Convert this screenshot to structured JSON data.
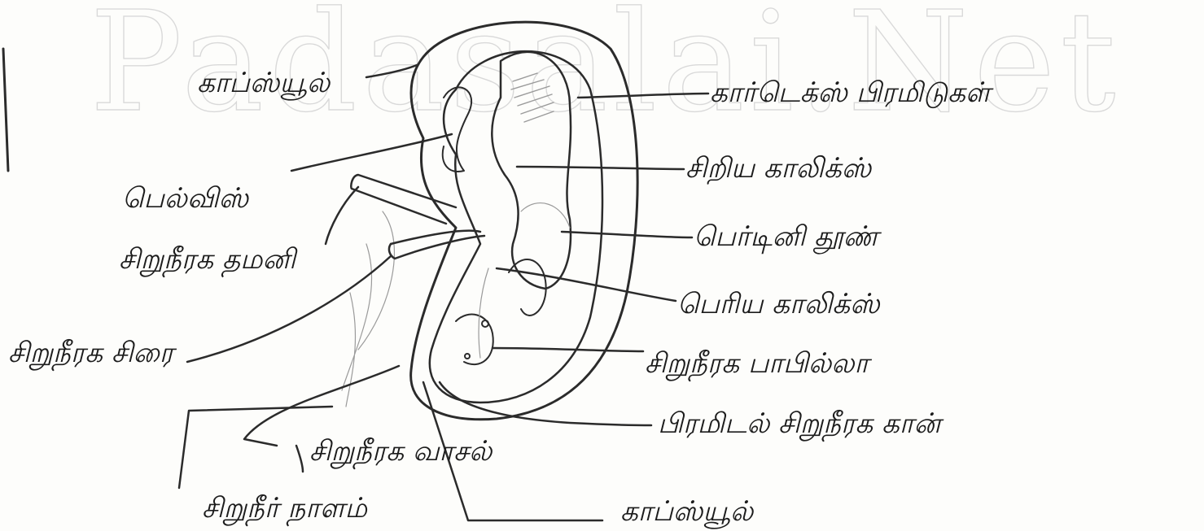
{
  "watermark": "Padasalai.Net",
  "labels": {
    "kapsule": "காப்ஸ்யூல்",
    "cortex": "கார்டெக்ஸ் பிரமிடுகள்",
    "pelvis": "பெல்விஸ்",
    "minor_calyx": "சிறிய காலிக்ஸ்",
    "renal_artery": "சிறுநீரக தமனி",
    "bertini_column": "பெர்டினி தூண்",
    "renal_vein": "சிறுநீரக சிரை",
    "major_calyx": "பெரிய காலிக்ஸ்",
    "renal_papilla": "சிறுநீரக பாபில்லா",
    "outer_cortex": "பிரமிடல் சிறுநீரக கான்",
    "renal_sinus": "சிறுநீரக வாசல்",
    "ureter": "சிறுநீர் நாளம்",
    "fat_capsule": "காப்ஸ்யூல்"
  }
}
